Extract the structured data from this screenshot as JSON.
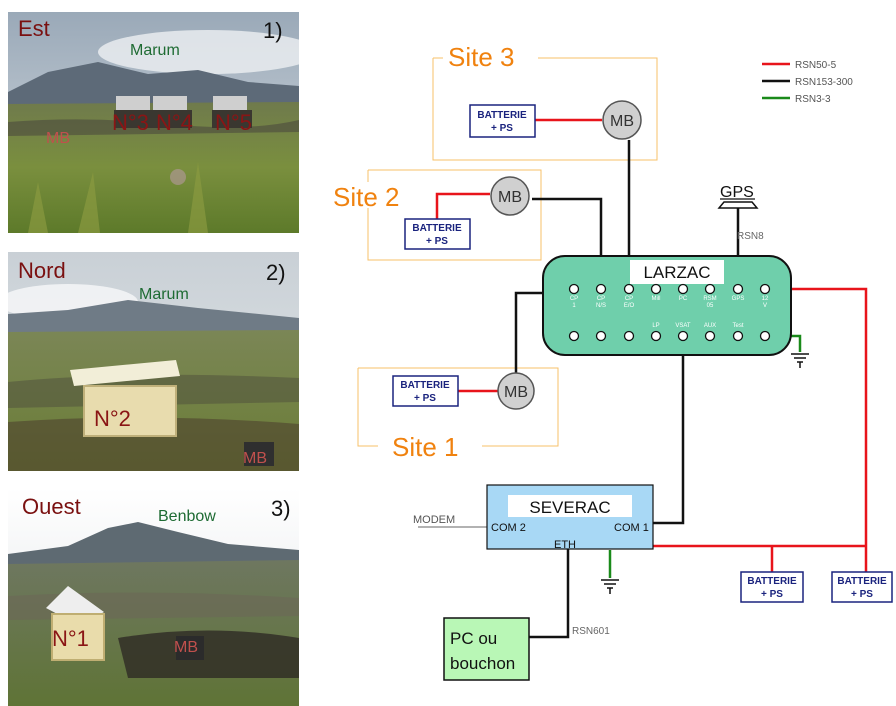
{
  "photos": [
    {
      "direction": "Est",
      "number": "1)",
      "mountain": "Marum",
      "stations": [
        "N°3",
        "N°4",
        "N°5"
      ],
      "mb": "MB"
    },
    {
      "direction": "Nord",
      "number": "2)",
      "mountain": "Marum",
      "station": "N°2",
      "mb": "MB"
    },
    {
      "direction": "Ouest",
      "number": "3)",
      "mountain": "Benbow",
      "station": "N°1",
      "mb": "MB"
    }
  ],
  "legend": [
    {
      "label": "RSN50-5",
      "color": "#e8141b"
    },
    {
      "label": "RSN153-300",
      "color": "#111111"
    },
    {
      "label": "RSN3-3",
      "color": "#1a8a1a"
    }
  ],
  "sites": {
    "site3": "Site 3",
    "site2": "Site 2",
    "site1": "Site 1"
  },
  "battery": {
    "line1": "BATTERIE",
    "line2": "+ PS"
  },
  "mb": "MB",
  "gps": {
    "label": "GPS",
    "cable": "RSN8"
  },
  "larzac": {
    "title": "LARZAC",
    "top_ports": [
      "CP 1",
      "CP N/S",
      "CP E/O",
      "Mill",
      "PC",
      "RSM 05",
      "GPS",
      "12 V"
    ],
    "bottom_ports": [
      "",
      "",
      "",
      "LP",
      "VSAT",
      "AUX",
      "Test",
      ""
    ]
  },
  "severac": {
    "title": "SEVERAC",
    "com1": "COM 1",
    "com2": "COM 2",
    "eth": "ETH"
  },
  "modem": "MODEM",
  "pc": {
    "line1": "PC ou",
    "line2": "bouchon",
    "cable": "RSN601"
  },
  "colors": {
    "larzac_fill": "#6fcfab",
    "severac_fill": "#a8d8f5",
    "pc_fill": "#b9f7b6",
    "site_text": "#f0820f",
    "box_text": "#1a237e"
  }
}
